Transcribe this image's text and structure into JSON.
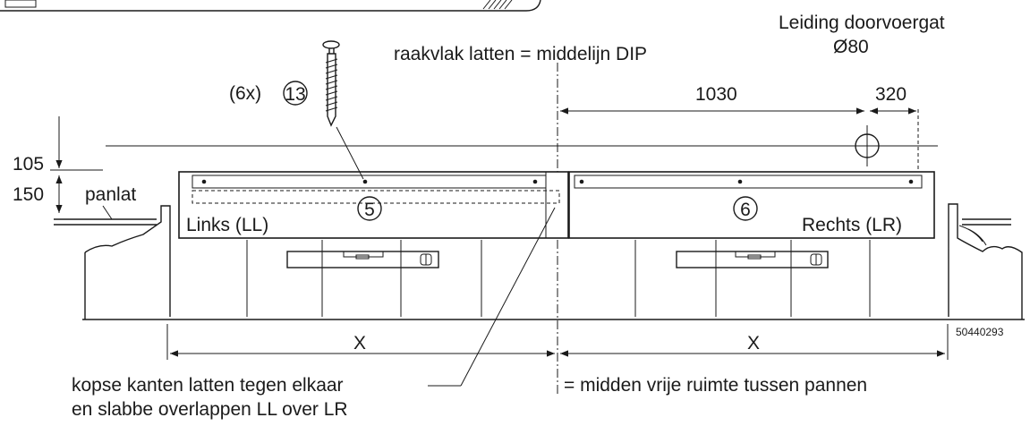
{
  "labels": {
    "leiding": "Leiding doorvoergat",
    "diameter": "Ø80",
    "raakvlak": "raakvlak latten = middelijn DIP",
    "screw_qty": "(6x)",
    "screw_no": "13",
    "dim_105": "105",
    "dim_150": "150",
    "panlat": "panlat",
    "dim_1030": "1030",
    "dim_320": "320",
    "left_no": "5",
    "left_name": "Links (LL)",
    "right_no": "6",
    "right_name": "Rechts (LR)",
    "x_left": "X",
    "x_right": "X",
    "code": "50440293",
    "note_line1": "kopse kanten latten tegen elkaar",
    "note_line2": "en slabbe overlappen LL over LR",
    "midden": "= midden vrije ruimte tussen pannen"
  }
}
